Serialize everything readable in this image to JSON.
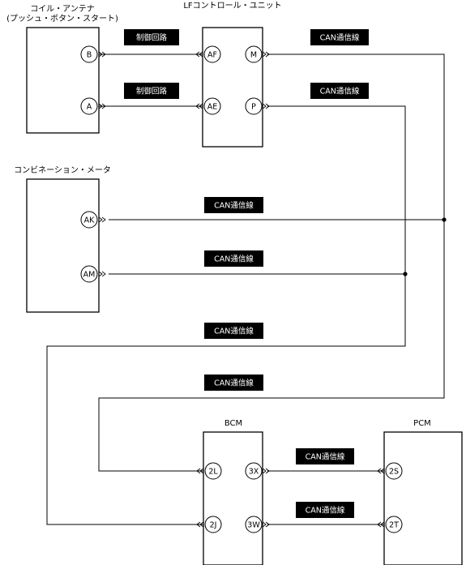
{
  "components": {
    "coil_antenna_line1": "コイル・アンテナ",
    "coil_antenna_line2": "(プッシュ・ボタン・スタート)",
    "lf_control_unit": "LFコントロール・ユニット",
    "instrument_cluster": "コンビネーション・メータ",
    "bcm": "BCM",
    "pcm": "PCM"
  },
  "pins": {
    "coil_b": "B",
    "coil_a": "A",
    "lf_af": "AF",
    "lf_ae": "AE",
    "lf_m": "M",
    "lf_p": "P",
    "meter_ak": "AK",
    "meter_am": "AM",
    "bcm_2l": "2L",
    "bcm_2j": "2J",
    "bcm_3x": "3X",
    "bcm_3w": "3W",
    "pcm_2s": "2S",
    "pcm_2t": "2T"
  },
  "signals": {
    "control_circuit_1": "制御回路",
    "control_circuit_2": "制御回路",
    "can_lf_m": "CAN通信線",
    "can_lf_p": "CAN通信線",
    "can_ak": "CAN通信線",
    "can_am": "CAN通信線",
    "can_loop_2j": "CAN通信線",
    "can_loop_2l": "CAN通信線",
    "can_3x_2s": "CAN通信線",
    "can_3w_2t": "CAN通信線"
  }
}
